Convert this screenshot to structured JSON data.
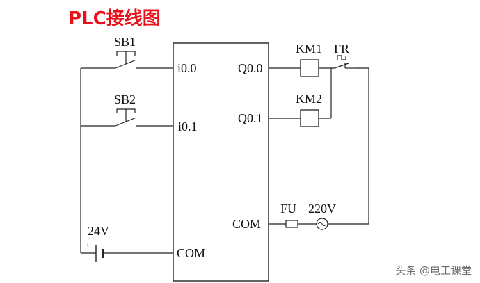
{
  "title": "PLC接线图",
  "labels": {
    "sb1": "SB1",
    "sb2": "SB2",
    "i00": "i0.0",
    "i01": "i0.1",
    "q00": "Q0.0",
    "q01": "Q0.1",
    "km1": "KM1",
    "km2": "KM2",
    "fr": "FR",
    "com_out": "COM",
    "com_in": "COM",
    "fu": "FU",
    "v220": "220V",
    "v24": "24V",
    "plus": "+",
    "minus": "−"
  },
  "watermark": "头条 @电工课堂"
}
